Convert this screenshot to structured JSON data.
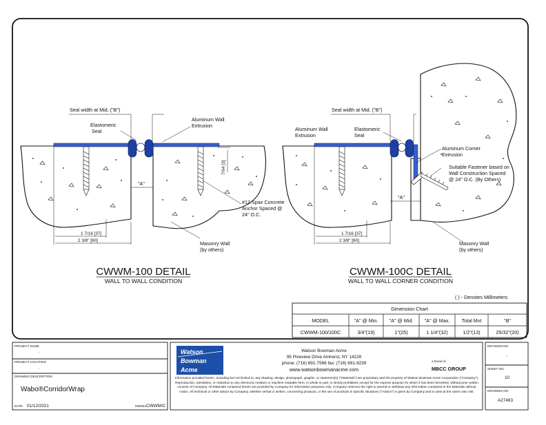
{
  "left_detail": {
    "title": "CWWM-100 DETAIL",
    "subtitle": "WALL TO WALL CONDITION",
    "callouts": {
      "seal_width": "Seal width at Mid. (\"B\")",
      "elastomeric_1": "Elastomeric",
      "elastomeric_2": "Seal",
      "aluminum_1": "Aluminum Wall",
      "aluminum_2": "Extrusion",
      "gap": "\"A\"",
      "vertical_dim": "7/64 [3]",
      "anchor_1": "#12 Spax Concrete",
      "anchor_2": "Anchor Spaced @",
      "anchor_3": "24\" O.C.",
      "masonry_1": "Masonry Wall",
      "masonry_2": "(by others)",
      "dim_1": "1 7/16 [37]",
      "dim_2": "2 3/8\" [60]"
    }
  },
  "right_detail": {
    "title": "CWWM-100C DETAIL",
    "subtitle": "WALL TO WALL CORNER CONDITION",
    "callouts": {
      "seal_width": "Seal width at Mid. (\"B\")",
      "aluminum_1": "Aluminum Wall",
      "aluminum_2": "Extrusion",
      "elastomeric_1": "Elastomeric",
      "elastomeric_2": "Seal",
      "corner_1": "Aluminum Corner",
      "corner_2": "Extrusion",
      "fastener_1": "Suitable Fastener based on",
      "fastener_2": "Wall Construction Spaced",
      "fastener_3": "@ 24\" O.C. (By Others)",
      "gap": "\"A\"",
      "masonry_1": "Masonry Wall",
      "masonry_2": "(by others)",
      "dim_1": "1 7/16 [37]",
      "dim_2": "2 3/8\" [60]"
    }
  },
  "mm_note": "( ) - Denotes Millimeters",
  "dimension_chart": {
    "title": "Dimension Chart",
    "headers": [
      "MODEL",
      "\"A\" @ Min.",
      "\"A\" @ Mid.",
      "\"A\" @ Max.",
      "Total Mvt",
      "\"B\""
    ],
    "row": [
      "CWWM-100/100C",
      "3/4\"(19)",
      "1\"(25)",
      "1 1/4\"(32)",
      "1/2\"(13)",
      "25/32\"(20)"
    ]
  },
  "title_block": {
    "project_name_label": "PROJECT NAME",
    "project_name_value": "-",
    "project_location_label": "PROJECT LOCATION",
    "project_location_value": "-",
    "drawing_description_label": "DRAWING DESCRIPTION",
    "drawing_description": "Wabo®CorridorWrap",
    "date_label": "DATE",
    "date_value": "01/12/2021",
    "model_label": "MODEL",
    "model_value": "CWWM/C",
    "logo_line1": "Watson",
    "logo_line2": "Bowman",
    "logo_line3": "Acme",
    "company_name": "Watson Bowman Acme",
    "company_address": "95 Pineview Drive Amherst, NY 14228",
    "company_phone": "phone: (716) 691-7566  fax: (716) 691-9239",
    "company_web": "www.watsonbowmanacme.com",
    "group_prefix": "a brand of",
    "group_name": "MBCC GROUP",
    "disclaimer": "Information provided herein, including but not limited to, any drawing, design, photograph, graphic, or statement(s) (\"Materials\") are proprietary and the property of Watson Bowman Acme Corporation (\"Company\"). Reproduction, translation, or reduction to any electronic medium or machine readable form, in whole or part, is strictly prohibited, except for the express purpose for which it has been furnished, without prior written consent of Company. All Materials contained herein are provided by Company for information purposes only. Company reserves the right to amend or withdraw any information contained in the Materials without notice. All technical or other advice by Company, whether verbal or written, concerning products, or the use of products in specific situations (\"Advice\") is given by Company and is used at the Users own risk.",
    "revision_label": "REVISION NO.",
    "revision_value": "-",
    "sheet_label": "SHEET NO.",
    "sheet_value": "10",
    "drawing_no_label": "DRAWING NO.",
    "drawing_no_value": "A27483"
  }
}
